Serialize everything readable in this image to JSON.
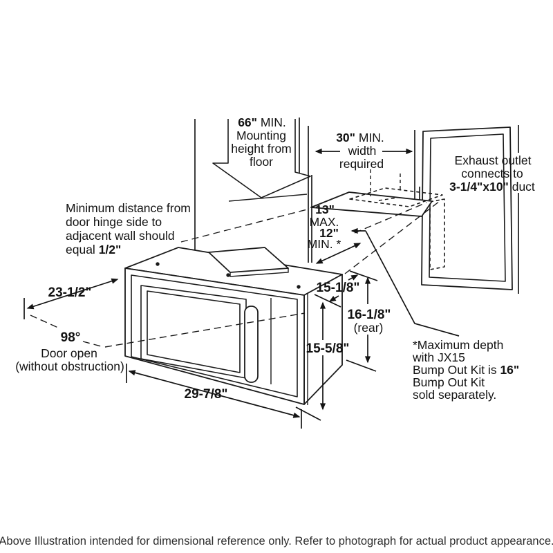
{
  "colors": {
    "line": "#1a1a1a",
    "background": "#ffffff",
    "text": "#121212"
  },
  "labels": {
    "mounting_height": {
      "value": "66\"",
      "unit": " MIN.",
      "l2": "Mounting",
      "l3": "height from",
      "l4": "floor"
    },
    "width_required": {
      "value": "30\"",
      "unit": " MIN.",
      "l2": "width",
      "l3": "required"
    },
    "exhaust": {
      "l1": "Exhaust outlet",
      "l2": "connects to",
      "duct_size": "3-1/4\"x10\"",
      "duct_word": " duct"
    },
    "hinge_clearance": {
      "l1": "Minimum distance from",
      "l2": "door hinge side to",
      "l3": "adjacent wall should",
      "l4_pre": "equal ",
      "l4_val": "1/2\""
    },
    "vent_clearance": {
      "max_val": "13\"",
      "max_lbl": "MAX.",
      "min_val": "12\"",
      "min_lbl": "MIN. *"
    },
    "depth": "23-1/2\"",
    "door": {
      "angle": "98°",
      "l1": "Door open",
      "l2": "(without obstruction)"
    },
    "width": "29-7/8\"",
    "height_front": "15-5/8\"",
    "height_rear": {
      "val": "16-1/8\"",
      "note": "(rear)"
    },
    "top_depth": "15-1/8\"",
    "footnote": {
      "l1": "*Maximum depth",
      "l2": "with JX15",
      "l3_pre": "Bump Out Kit is ",
      "l3_val": "16\"",
      "l4": "Bump Out Kit",
      "l5": "sold separately."
    },
    "caption": "Above Illustration intended for dimensional reference only. Refer to photograph for actual product appearance."
  }
}
